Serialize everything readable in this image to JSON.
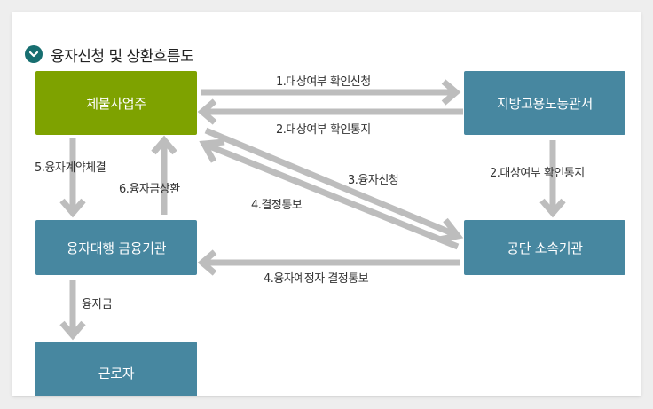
{
  "title": "융자신청 및 상환흐름도",
  "colors": {
    "green": "#7ea200",
    "teal": "#4787a0",
    "arrow": "#bdbdbd",
    "icon": "#176e70"
  },
  "nodes": {
    "employer": "체불사업주",
    "labor_office": "지방고용노동관서",
    "agency": "공단 소속기관",
    "bank": "융자대행 금융기관",
    "worker": "근로자"
  },
  "edges": {
    "e1": "1.대상여부 확인신청",
    "e2_employer": "2.대상여부 확인통지",
    "e2_agency": "2.대상여부 확인통지",
    "e3": "3.융자신청",
    "e4_employer": "4.결정통보",
    "e4_bank": "4.융자예정자 결정통보",
    "e5": "5.융자계약체결",
    "e6": "6.융자금상환",
    "e7": "융자금"
  }
}
